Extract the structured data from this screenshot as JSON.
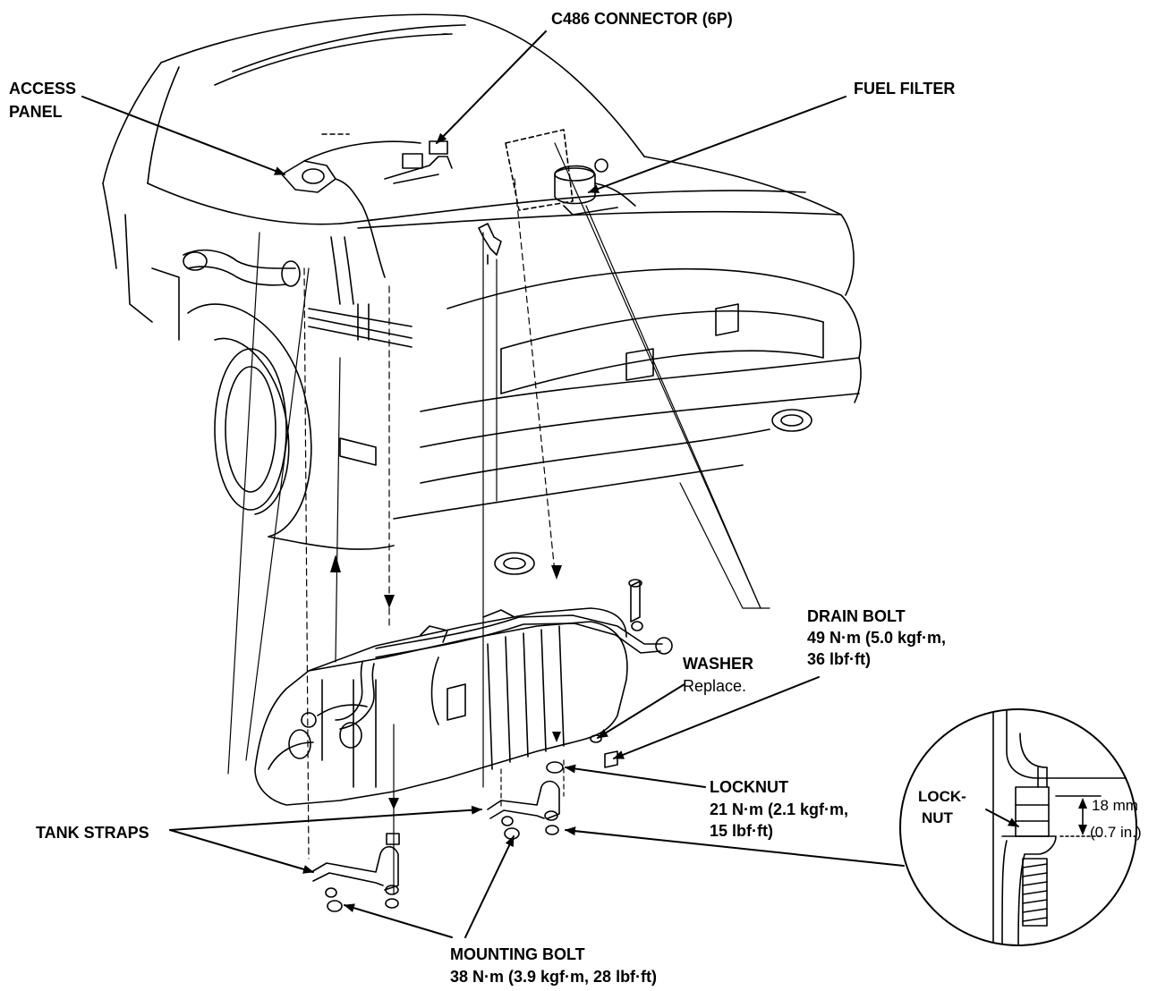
{
  "labels": {
    "c486": "C486 CONNECTOR (6P)",
    "access_line1": "ACCESS",
    "access_line2": "PANEL",
    "fuel_filter": "FUEL FILTER",
    "drain_bolt_title": "DRAIN BOLT",
    "drain_bolt_spec1": "49 N·m (5.0 kgf·m,",
    "drain_bolt_spec2": "36 lbf·ft)",
    "washer_title": "WASHER",
    "washer_note": "Replace.",
    "locknut_title": "LOCKNUT",
    "locknut_spec1": "21 N·m (2.1 kgf·m,",
    "locknut_spec2": "15 lbf·ft)",
    "tank_straps": "TANK STRAPS",
    "mounting_bolt_title": "MOUNTING BOLT",
    "mounting_bolt_spec": "38 N·m (3.9 kgf·m, 28 lbf·ft)",
    "detail_lock1": "LOCK-",
    "detail_lock2": "NUT",
    "detail_dim1": "18 mm",
    "detail_dim2": "(0.7 in.)"
  }
}
